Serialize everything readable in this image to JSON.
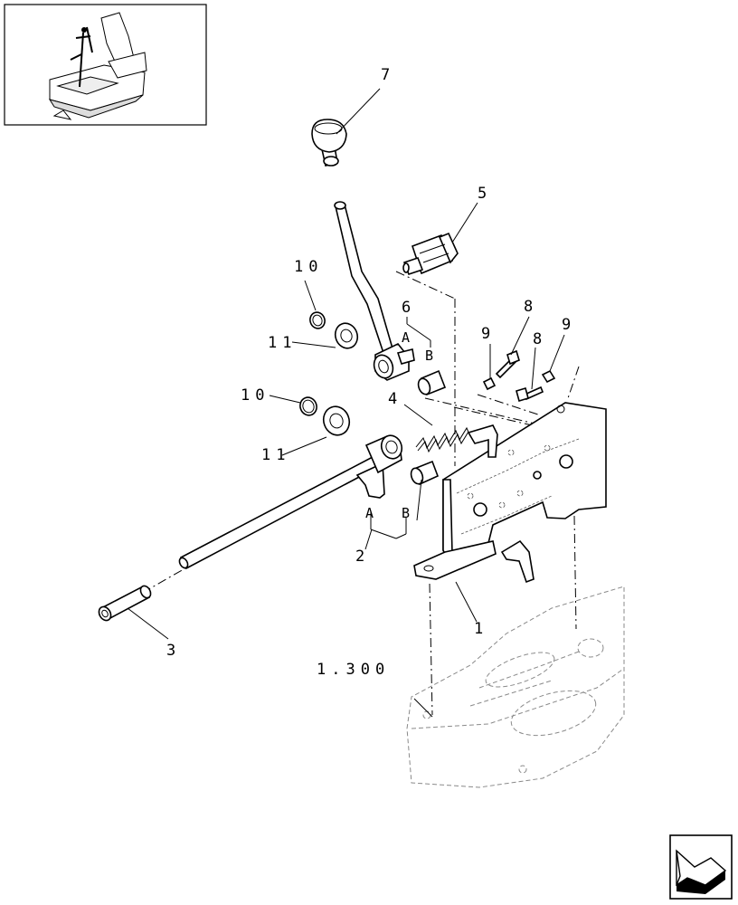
{
  "callouts": {
    "c7": "7",
    "c5": "5",
    "c10a": "10",
    "c6": "6",
    "c6A": "A",
    "c6B": "B",
    "c11a": "11",
    "c9a": "9",
    "c8a": "8",
    "c8b": "8",
    "c9b": "9",
    "c10b": "10",
    "c4": "4",
    "c11b": "11",
    "c2A": "A",
    "c2B": "B",
    "c2": "2",
    "c1": "1",
    "c3": "3",
    "ref": "1.300"
  },
  "icons": {
    "thumbnail": "machine-overview-thumbnail",
    "nav": "next-page-arrow-icon"
  }
}
